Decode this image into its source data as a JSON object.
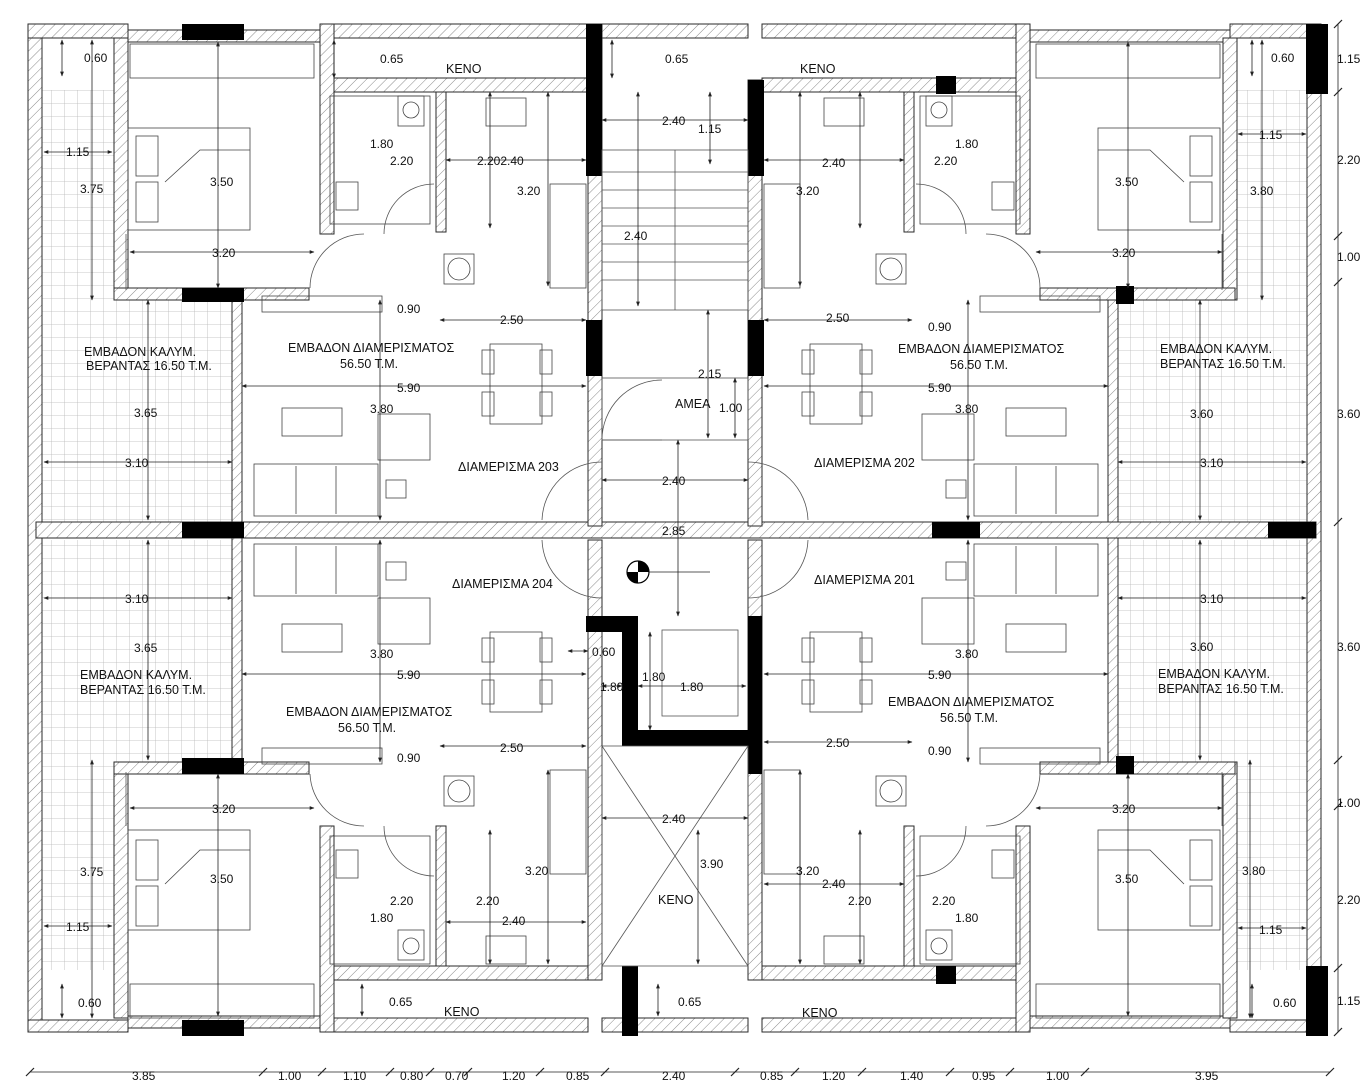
{
  "colors": {
    "wall": "#2a2a2a",
    "column": "#000000",
    "hatch": "#8a8a8a",
    "line": "#444444",
    "tile": "#9a9a9a",
    "paper": "#ffffff"
  },
  "icons": {
    "north": "north-arrow-icon"
  },
  "apartments": {
    "a203": "ΔΙΑΜΕΡΙΣΜΑ 203",
    "a202": "ΔΙΑΜΕΡΙΣΜΑ 202",
    "a204": "ΔΙΑΜΕΡΙΣΜΑ 204",
    "a201": "ΔΙΑΜΕΡΙΣΜΑ 201"
  },
  "areas": {
    "apt_title": "ΕΜΒΑΔΟΝ ΔΙΑΜΕΡΙΣΜΑΤΟΣ",
    "apt_value": "56.50 Τ.Μ.",
    "veranda_title": "ΕΜΒΑΔΟΝ ΚΑΛΥΜ.",
    "veranda_value": "ΒΕΡΑΝΤΑΣ 16.50 Τ.Μ."
  },
  "rooms": {
    "void": "ΚΕΝΟ",
    "accessible_wc": "ΑΜΕΑ"
  },
  "dims": {
    "d060": "0.60",
    "d065": "0.65",
    "d115": "1.15",
    "d180": "1.80",
    "d220": "2.20",
    "d2202": "2.202.40",
    "d240": "2.40",
    "d320": "3.20",
    "d375": "3.75",
    "d380": "3.80",
    "d350": "3.50",
    "d090": "0.90",
    "d250": "2.50",
    "d590": "5.90",
    "d365": "3.65",
    "d360": "3.60",
    "d310": "3.10",
    "d215": "2.15",
    "d100": "1.00",
    "d285": "2.85",
    "d390": "3.90"
  },
  "bottom_dims": [
    "3.85",
    "1.00",
    "1.10",
    "0.80",
    "0.70",
    "1.20",
    "0.85",
    "2.40",
    "0.85",
    "1.20",
    "1.40",
    "0.95",
    "1.00",
    "3.95"
  ],
  "right_dims": [
    "1.15",
    "2.20",
    "1.00",
    "3.60",
    "3.60",
    "1.00",
    "2.20",
    "1.15"
  ]
}
